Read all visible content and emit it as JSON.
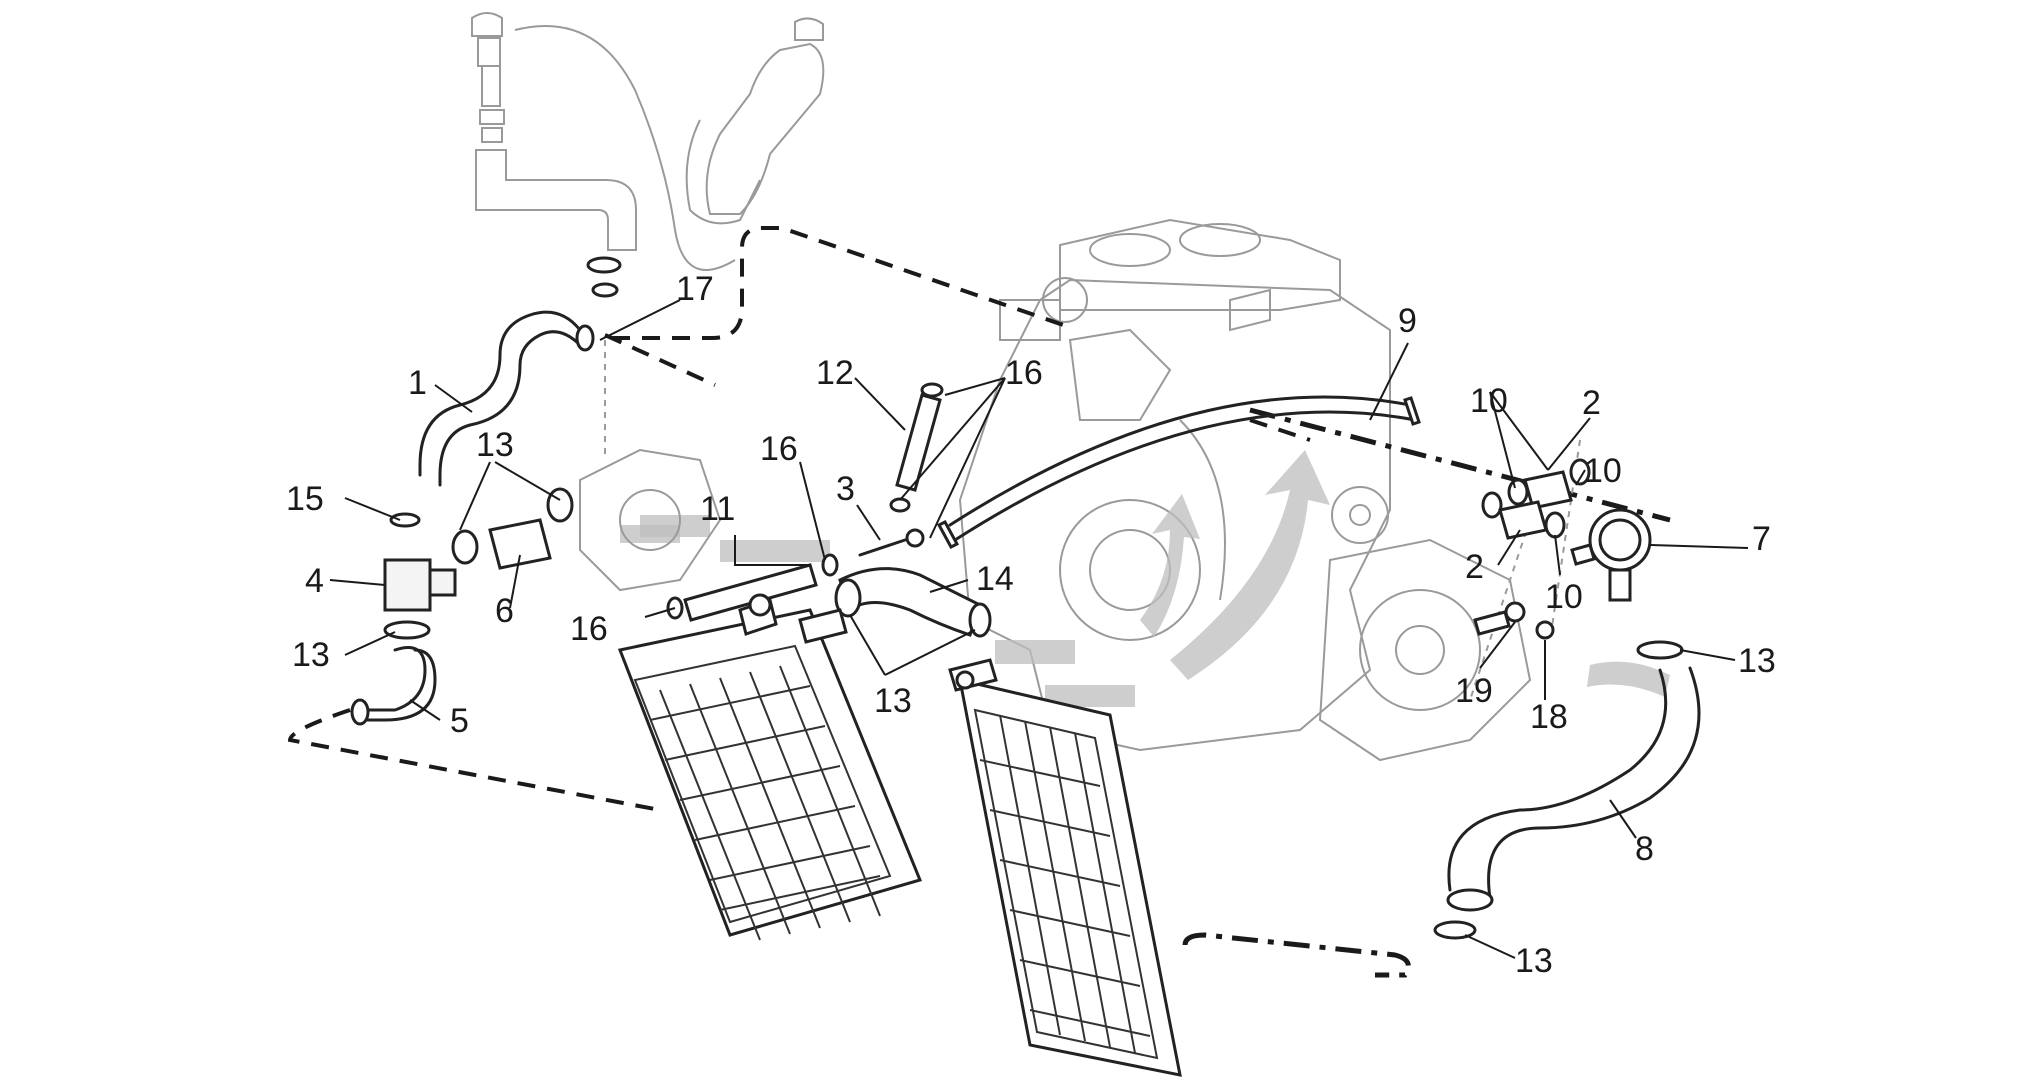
{
  "callouts": [
    {
      "id": "c17a",
      "text": "17"
    },
    {
      "id": "c1",
      "text": "1"
    },
    {
      "id": "c13a",
      "text": "13"
    },
    {
      "id": "c15",
      "text": "15"
    },
    {
      "id": "c4",
      "text": "4"
    },
    {
      "id": "c13b",
      "text": "13"
    },
    {
      "id": "c6",
      "text": "6"
    },
    {
      "id": "c5",
      "text": "5"
    },
    {
      "id": "c12",
      "text": "12"
    },
    {
      "id": "c16a",
      "text": "16"
    },
    {
      "id": "c16b",
      "text": "16"
    },
    {
      "id": "c3",
      "text": "3"
    },
    {
      "id": "c11",
      "text": "11"
    },
    {
      "id": "c16c",
      "text": "16"
    },
    {
      "id": "c14",
      "text": "14"
    },
    {
      "id": "c13c",
      "text": "13"
    },
    {
      "id": "c9",
      "text": "9"
    },
    {
      "id": "c10a",
      "text": "10"
    },
    {
      "id": "c2a",
      "text": "2"
    },
    {
      "id": "c10b",
      "text": "10"
    },
    {
      "id": "c7",
      "text": "7"
    },
    {
      "id": "c2b",
      "text": "2"
    },
    {
      "id": "c10c",
      "text": "10"
    },
    {
      "id": "c13d",
      "text": "13"
    },
    {
      "id": "c19",
      "text": "19"
    },
    {
      "id": "c18",
      "text": "18"
    },
    {
      "id": "c8",
      "text": "8"
    },
    {
      "id": "c13e",
      "text": "13"
    }
  ]
}
